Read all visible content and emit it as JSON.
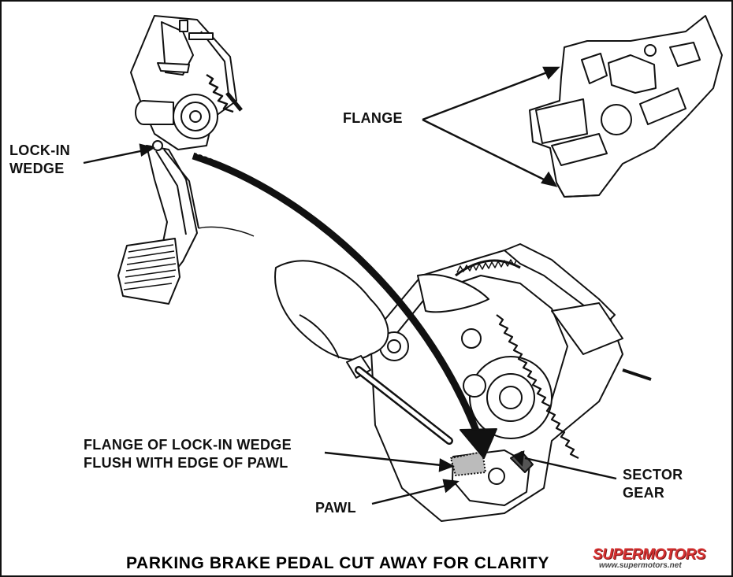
{
  "title": "PARKING BRAKE PEDAL CUT AWAY FOR CLARITY",
  "labels": {
    "lock_in_wedge": [
      "LOCK-IN",
      "WEDGE"
    ],
    "flange": "FLANGE",
    "flange_of_wedge": [
      "FLANGE OF LOCK-IN WEDGE",
      "FLUSH WITH EDGE OF PAWL"
    ],
    "sector_gear": [
      "SECTOR",
      "GEAR"
    ],
    "pawl": "PAWL"
  },
  "watermark": {
    "brand": "SUPERMOTORS",
    "url": "www.supermotors.net"
  },
  "colors": {
    "line": "#111111",
    "background": "#ffffff",
    "watermark": "#d43030"
  }
}
